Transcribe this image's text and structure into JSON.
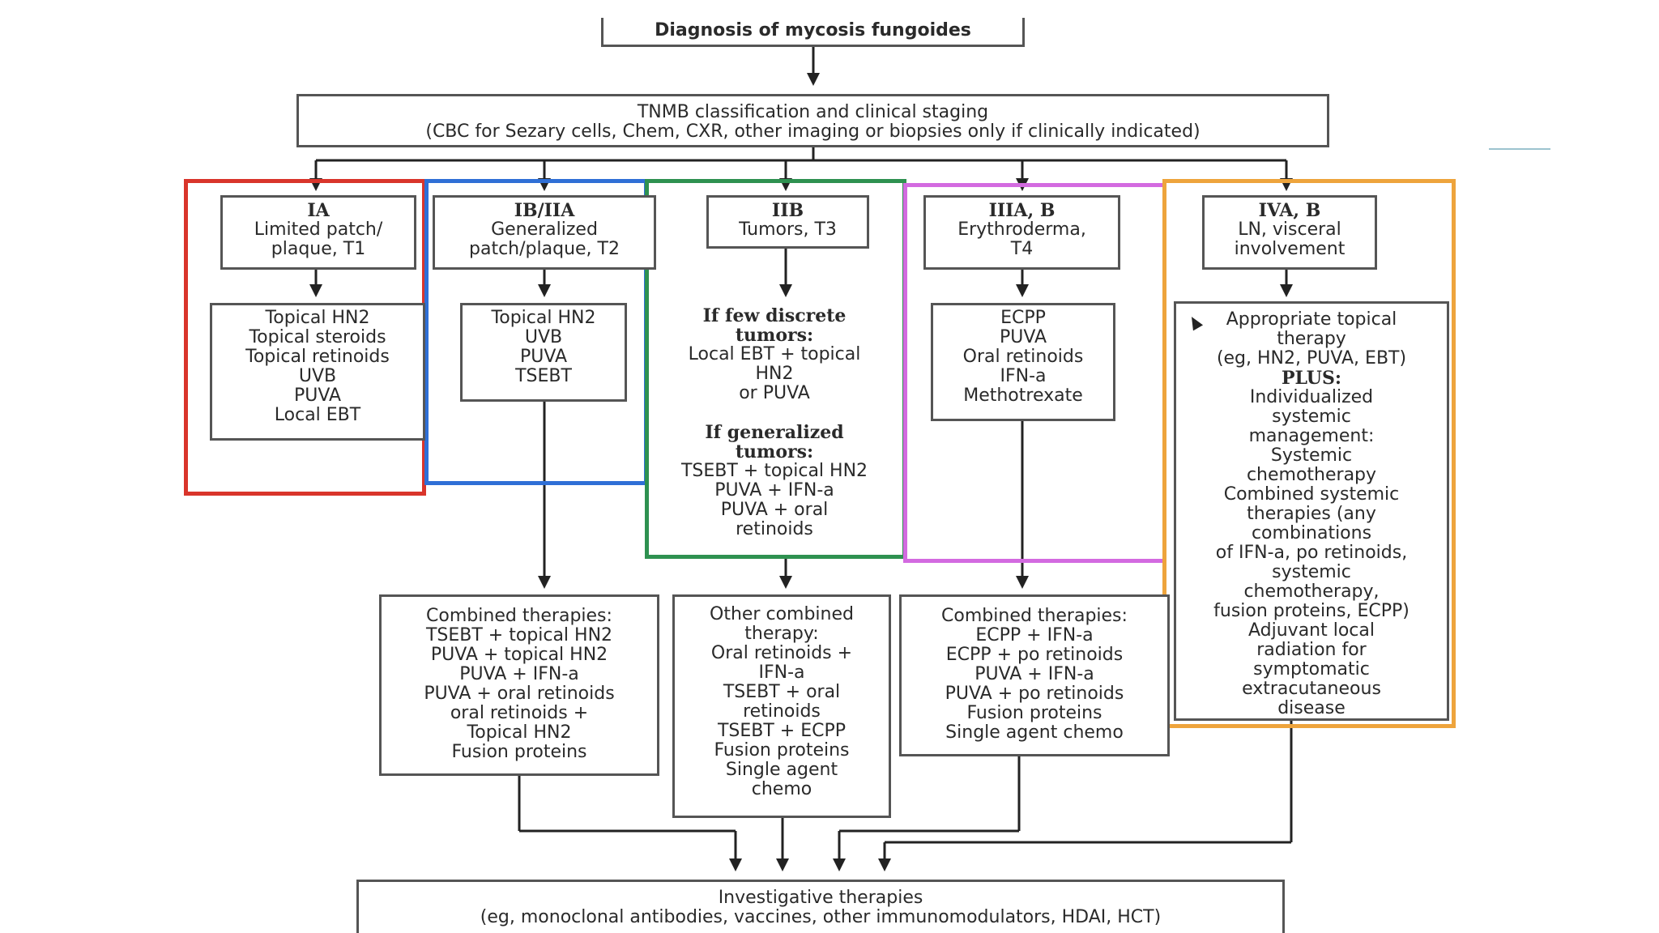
{
  "title": "Diagnosis of mycosis fungoides",
  "staging": {
    "line1": "TNMB classification and clinical staging",
    "line2": "(CBC for Sezary cells, Chem, CXR, other imaging or biopsies only if clinically indicated)"
  },
  "colors": {
    "frame_ia": "#d9352b",
    "frame_ib": "#2f6fd6",
    "frame_iib": "#2e9150",
    "frame_iii": "#d36ae0",
    "frame_iv": "#eea43c",
    "line": "#222222",
    "box_border": "#555555"
  },
  "stages": [
    {
      "code": "IA",
      "desc1": "Limited patch/",
      "desc2": "plaque, T1"
    },
    {
      "code": "IB/IIA",
      "desc1": "Generalized",
      "desc2": "patch/plaque, T2"
    },
    {
      "code": "IIB",
      "desc1": "Tumors, T3",
      "desc2": ""
    },
    {
      "code": "IIIA, B",
      "desc1": "Erythroderma,",
      "desc2": "T4"
    },
    {
      "code": "IVA, B",
      "desc1": "LN, visceral",
      "desc2": "involvement"
    }
  ],
  "first_line": {
    "ia": [
      "Topical HN2",
      "Topical steroids",
      "Topical retinoids",
      "UVB",
      "PUVA",
      "Local EBT"
    ],
    "ib": [
      "Topical HN2",
      "UVB",
      "PUVA",
      "TSEBT"
    ],
    "iib": {
      "heading1a": "If few discrete",
      "heading1b": "tumors:",
      "items1": [
        "Local EBT + topical",
        "HN2",
        "or PUVA"
      ],
      "heading2a": "If generalized",
      "heading2b": "tumors:",
      "items2": [
        "TSEBT + topical HN2",
        "PUVA + IFN-a",
        "PUVA + oral",
        "retinoids"
      ]
    },
    "iii": [
      "ECPP",
      "PUVA",
      "Oral retinoids",
      "IFN-a",
      "Methotrexate"
    ],
    "iv": {
      "intro": [
        "Appropriate topical",
        "therapy",
        "(eg, HN2, PUVA, EBT)"
      ],
      "plus": "PLUS:",
      "items": [
        "Individualized",
        "systemic",
        "management:",
        "Systemic",
        "chemotherapy",
        "Combined systemic",
        "therapies (any",
        "combinations",
        "of IFN-a, po retinoids,",
        "systemic",
        "chemotherapy,",
        "fusion proteins, ECPP)",
        "Adjuvant local",
        "radiation for",
        "symptomatic",
        "extracutaneous",
        "disease"
      ]
    }
  },
  "combined": {
    "ib": [
      "Combined therapies:",
      "TSEBT + topical HN2",
      "PUVA + topical HN2",
      "PUVA + IFN-a",
      "PUVA + oral retinoids",
      "oral retinoids +",
      "Topical HN2",
      "Fusion proteins"
    ],
    "iib": [
      "Other combined",
      "therapy:",
      "Oral retinoids +",
      "IFN-a",
      "TSEBT + oral",
      "retinoids",
      "TSEBT + ECPP",
      "Fusion proteins",
      "Single agent",
      "chemo"
    ],
    "iii": [
      "Combined therapies:",
      "ECPP + IFN-a",
      "ECPP + po retinoids",
      "PUVA + IFN-a",
      "PUVA + po retinoids",
      "Fusion proteins",
      "Single agent chemo"
    ]
  },
  "investigative": {
    "line1": "Investigative therapies",
    "line2": "(eg, monoclonal antibodies, vaccines, other immunomodulators, HDAI,  HCT)"
  }
}
